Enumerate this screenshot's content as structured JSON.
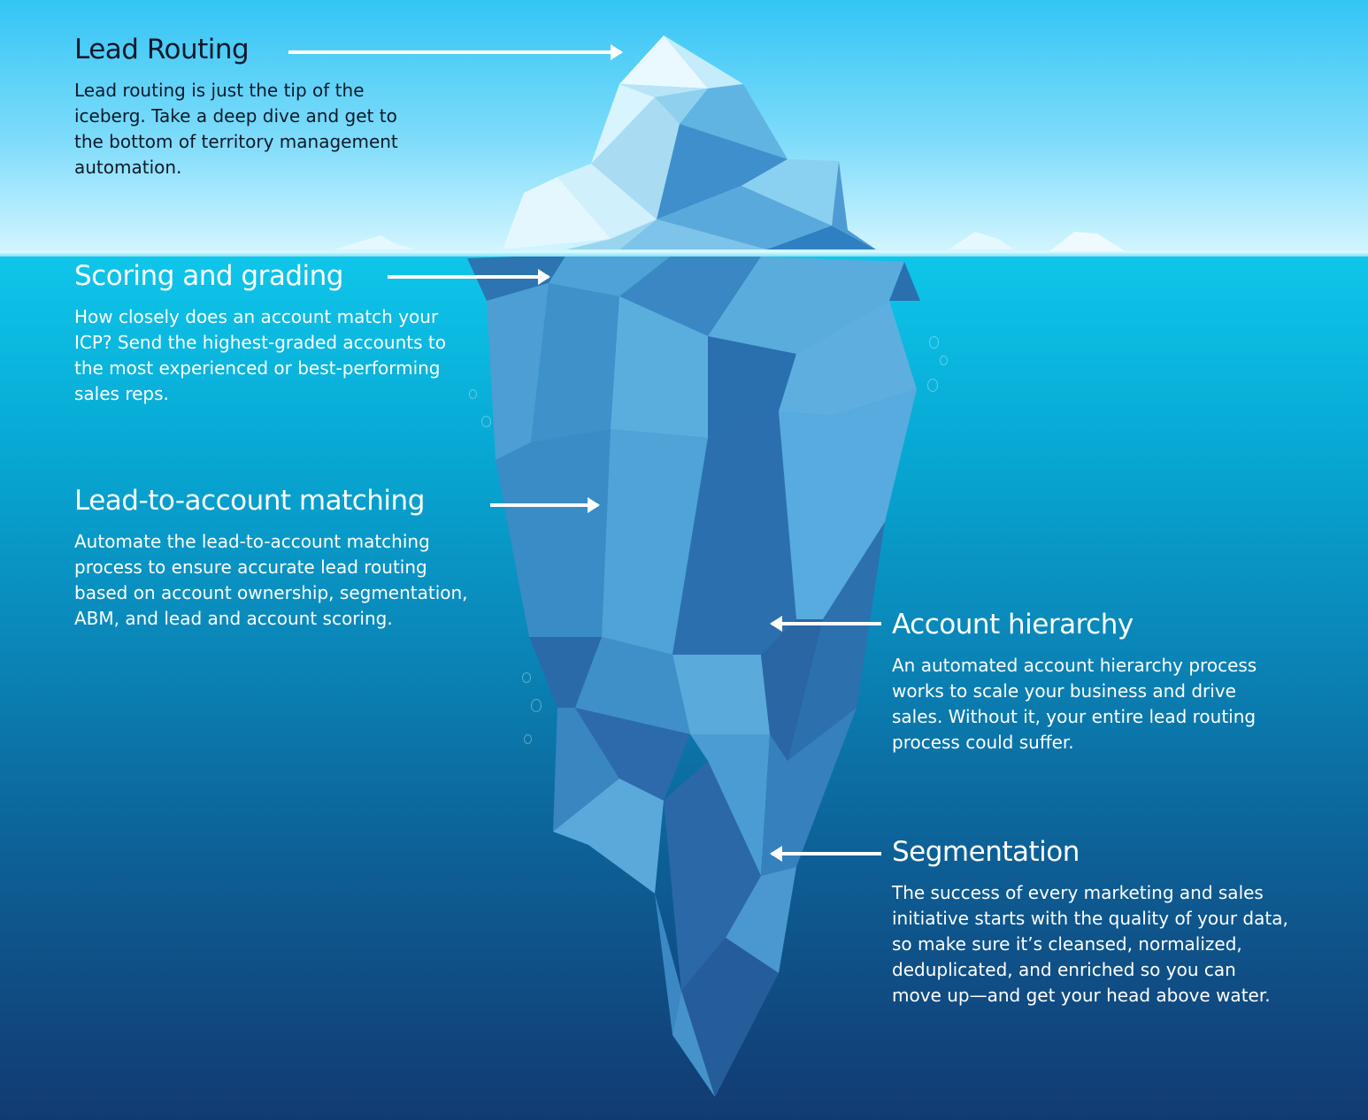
{
  "sections": [
    {
      "id": "lead-routing",
      "title": "Lead Routing",
      "body": "Lead routing is just the tip of the iceberg. Take a deep dive and get to the bottom of territory management automation."
    },
    {
      "id": "scoring-and-grading",
      "title": "Scoring and grading",
      "body": "How closely does an account match your ICP? Send the highest-graded accounts to the most experienced or best-performing sales reps."
    },
    {
      "id": "lead-to-account-matching",
      "title": "Lead-to-account matching",
      "body": "Automate the lead-to-account matching process to ensure accurate lead routing based on account ownership, segmentation, ABM, and lead and account scoring."
    },
    {
      "id": "account-hierarchy",
      "title": "Account hierarchy",
      "body": "An automated account hierarchy process works to scale your business and drive sales. Without it, your entire lead routing process could suffer."
    },
    {
      "id": "segmentation",
      "title": "Segmentation",
      "body": "The success of every marketing and sales initiative starts with the quality of your data, so make sure it’s cleansed, normalized, deduplicated, and enriched so you can move up—and get your head above water."
    }
  ],
  "colors": {
    "sky_top": "#33c5f5",
    "water_surface": "#0fc6ea",
    "water_deep": "#123a72",
    "ice_light": "#dff6ff",
    "ice_mid": "#4aa3d8",
    "ice_dark": "#1f5f9c",
    "text_above_water": "#0e1a2b",
    "text_below_water": "#ffffff"
  }
}
